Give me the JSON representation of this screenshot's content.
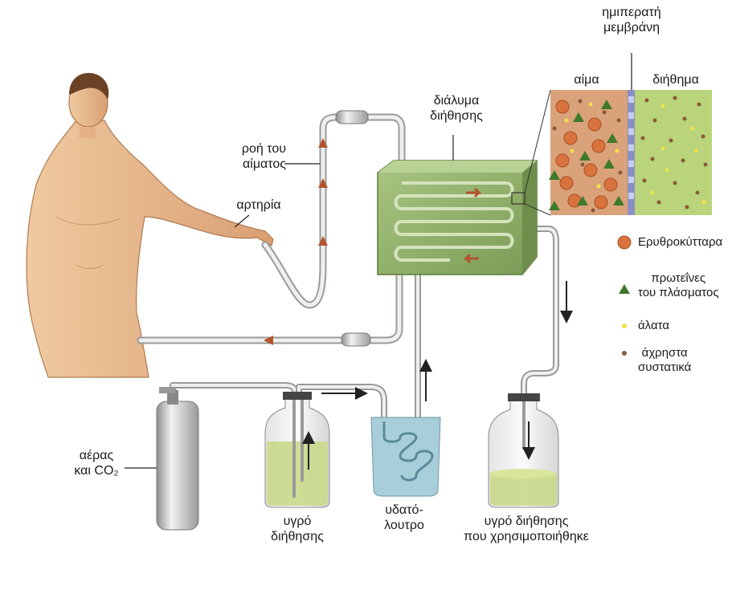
{
  "labels": {
    "membrane": [
      "ημιπερατή",
      "μεμβράνη"
    ],
    "blood": "αίμα",
    "dialysate": "διήθημα",
    "dialysis_solution": [
      "διάλυμα",
      "διήθησης"
    ],
    "blood_flow": [
      "ροή του",
      "αίματος"
    ],
    "artery": "αρτηρία",
    "air_co2": [
      "αέρας",
      "και CO₂"
    ],
    "fresh_fluid": [
      "υγρό",
      "διήθησης"
    ],
    "water_bath": [
      "υδατό-",
      "λουτρο"
    ],
    "used_fluid": [
      "υγρό διήθησης",
      "που χρησιμοποιήθηκε"
    ]
  },
  "legend": [
    {
      "label": [
        "Ερυθροκύτταρα"
      ],
      "shape": "circle",
      "color": "#d9733e"
    },
    {
      "label": [
        "πρωτεΐνες",
        "του πλάσματος"
      ],
      "shape": "triangle",
      "color": "#3f7a2c"
    },
    {
      "label": [
        "άλατα"
      ],
      "shape": "dot",
      "color": "#f1e34a"
    },
    {
      "label": [
        "άχρηστα",
        "συστατικά"
      ],
      "shape": "dot",
      "color": "#8a5a3a"
    }
  ],
  "colors": {
    "skin": "#e8b98c",
    "tank": "#8fb06a",
    "blood_panel": "#d9a27a",
    "dialysate_panel": "#b9d47a",
    "membrane": "#8a8fc4",
    "arrow": "#b5532f",
    "fluid": "#c9d98a",
    "water": "#a8cfd9"
  }
}
